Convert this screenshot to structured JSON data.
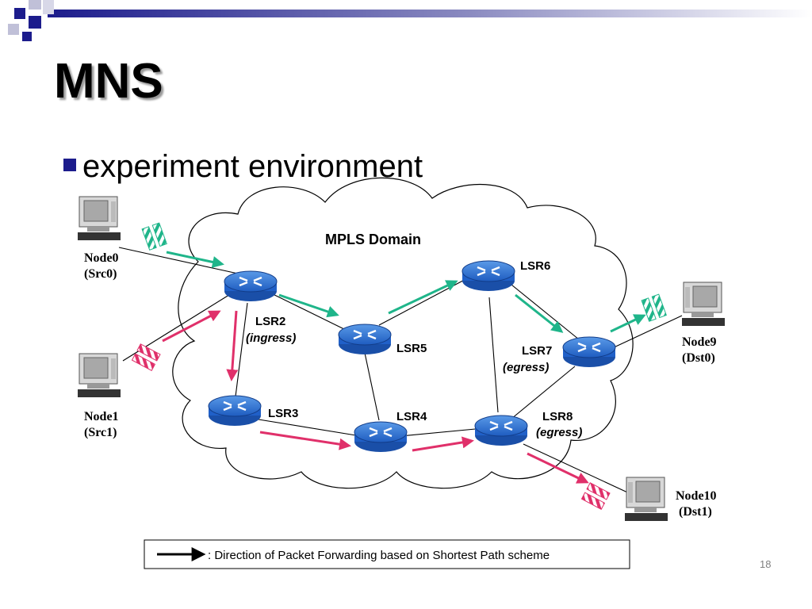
{
  "slide": {
    "title": "MNS",
    "bullet": "experiment environment",
    "page_number": "18"
  },
  "diagram": {
    "domain_label": "MPLS Domain",
    "routers": [
      {
        "id": "lsr2",
        "label": "LSR2",
        "role": "(ingress)"
      },
      {
        "id": "lsr3",
        "label": "LSR3",
        "role": ""
      },
      {
        "id": "lsr4",
        "label": "LSR4",
        "role": ""
      },
      {
        "id": "lsr5",
        "label": "LSR5",
        "role": ""
      },
      {
        "id": "lsr6",
        "label": "LSR6",
        "role": ""
      },
      {
        "id": "lsr7",
        "label": "LSR7",
        "role": "(egress)"
      },
      {
        "id": "lsr8",
        "label": "LSR8",
        "role": "(egress)"
      }
    ],
    "nodes": [
      {
        "id": "node0",
        "label": "Node0",
        "sub": "(Src0)"
      },
      {
        "id": "node1",
        "label": "Node1",
        "sub": "(Src1)"
      },
      {
        "id": "node9",
        "label": "Node9",
        "sub": "(Dst0)"
      },
      {
        "id": "node10",
        "label": "Node10",
        "sub": "(Dst1)"
      }
    ],
    "legend": ": Direction of Packet Forwarding based on Shortest Path scheme"
  },
  "colors": {
    "router": "#2a6fd6",
    "flow0": "#1fb58a",
    "flow1": "#e0306a",
    "header_bar": "#1c1c8c"
  }
}
